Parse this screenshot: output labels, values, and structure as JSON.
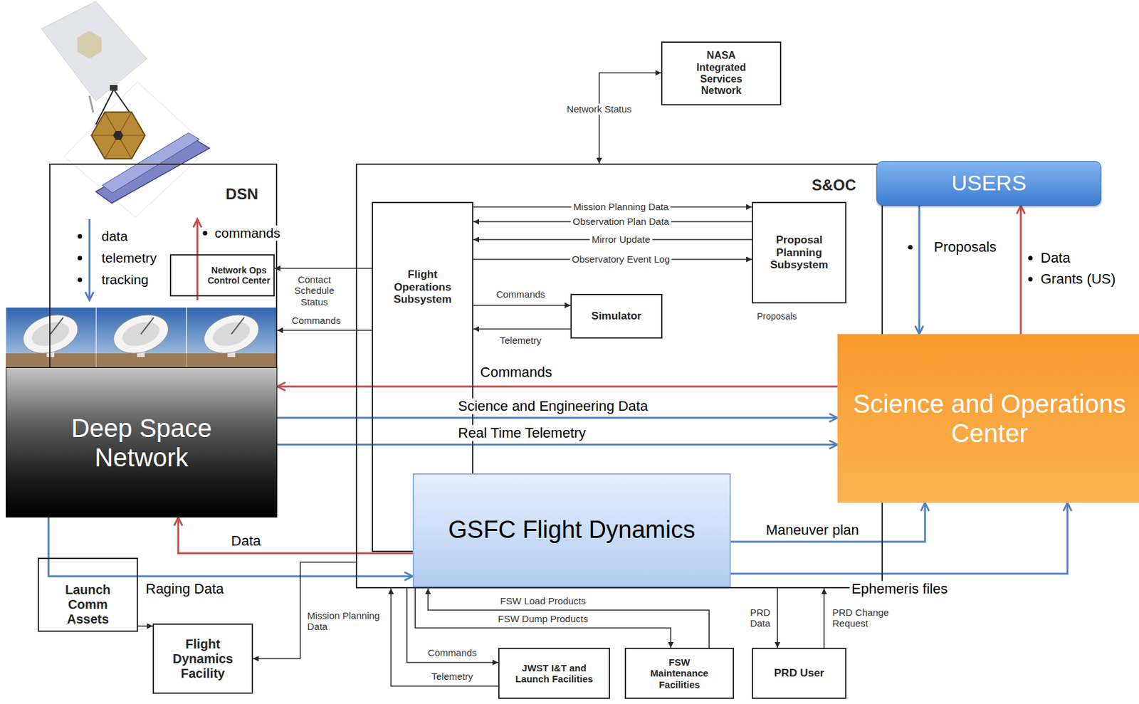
{
  "diagram": {
    "nodes": [
      {
        "text": [
          "NASA Integrated Services Network"
        ]
      },
      {
        "text": [
          "S&OC"
        ]
      },
      {
        "text": [
          "Flight Operations Subsystem"
        ],
        "in": 1
      },
      {
        "text": [
          "Simulator"
        ],
        "in": 1
      },
      {
        "text": [
          "Proposal Planning Subsystem"
        ],
        "in": 1
      },
      {
        "text": [
          "DSN"
        ]
      },
      {
        "text": [
          "Network Ops Control Center"
        ],
        "in": 5
      },
      {
        "text": [
          "Launch Comm Assets"
        ]
      },
      {
        "text": [
          "Flight Dynamics Facility"
        ]
      },
      {
        "text": [
          "JWST I&T and Launch Facilities"
        ]
      },
      {
        "text": [
          "FSW Maintenance Facilities"
        ]
      },
      {
        "text": [
          "PRD User"
        ]
      },
      {
        "text": [
          "USERS"
        ]
      },
      {
        "text": [
          "Deep Space Network"
        ]
      },
      {
        "text": [
          "GSFC Flight Dynamics"
        ]
      },
      {
        "text": [
          "Science and Operations Center"
        ]
      }
    ],
    "edges": [
      {
        "from": 12,
        "to": 15,
        "arrow": "to",
        "label": "Proposals"
      },
      {
        "from": 15,
        "to": 12,
        "arrow": "to",
        "label": "Data"
      },
      {
        "from": 15,
        "to": 13,
        "arrow": "to",
        "label": "Commands"
      },
      {
        "from": 13,
        "to": 15,
        "arrow": "to",
        "label": "Science and Engineering Data"
      },
      {
        "from": 13,
        "to": 15,
        "arrow": "to",
        "label": "Real Time Telemetry"
      },
      {
        "from": 14,
        "to": 13,
        "arrow": "to",
        "label": "Data"
      },
      {
        "from": 13,
        "to": 14,
        "arrow": "to",
        "label": "Raging Data"
      },
      {
        "from": 14,
        "to": 15,
        "arrow": "to",
        "label": "Maneuver plan"
      },
      {
        "from": 14,
        "to": 15,
        "arrow": "to",
        "label": "Ephemeris files"
      },
      {
        "from": 0,
        "to": 1,
        "arrow": "both",
        "label": "Network Status"
      },
      {
        "from": 2,
        "to": 4,
        "arrow": "to",
        "label": "Mission Planning Data"
      },
      {
        "from": 4,
        "to": 2,
        "arrow": "to",
        "label": "Observation Plan Data"
      },
      {
        "from": 4,
        "to": 2,
        "arrow": "to",
        "label": "Mirror Update"
      },
      {
        "from": 2,
        "to": 4,
        "arrow": "to",
        "label": "Observatory Event Log"
      },
      {
        "from": 2,
        "to": 3,
        "arrow": "to",
        "label": "Commands"
      },
      {
        "from": 3,
        "to": 2,
        "arrow": "to",
        "label": "Telemetry"
      },
      {
        "from": 2,
        "to": 6,
        "arrow": "to",
        "label": "Contact Schedule Status"
      },
      {
        "from": 2,
        "to": 5,
        "arrow": "to",
        "label": "Commands"
      },
      {
        "from": 1,
        "to": 8,
        "arrow": "to",
        "label": "Mission Planning Data"
      },
      {
        "from": 7,
        "to": 8,
        "arrow": "to"
      },
      {
        "from": 1,
        "to": 9,
        "arrow": "to",
        "label": "Commands"
      },
      {
        "from": 9,
        "to": 1,
        "arrow": "to",
        "label": "Telemetry"
      },
      {
        "from": 10,
        "to": 1,
        "arrow": "to",
        "label": "FSW Load Products"
      },
      {
        "from": 1,
        "to": 10,
        "arrow": "to",
        "label": "FSW Dump Products"
      },
      {
        "from": 1,
        "to": 11,
        "arrow": "to",
        "label": "PRD Data"
      },
      {
        "from": 11,
        "to": 1,
        "arrow": "to",
        "label": "PRD Change Request"
      }
    ],
    "labels": [
      "data",
      "telemetry",
      "tracking",
      "commands",
      "Grants (US)",
      "Proposals"
    ]
  }
}
